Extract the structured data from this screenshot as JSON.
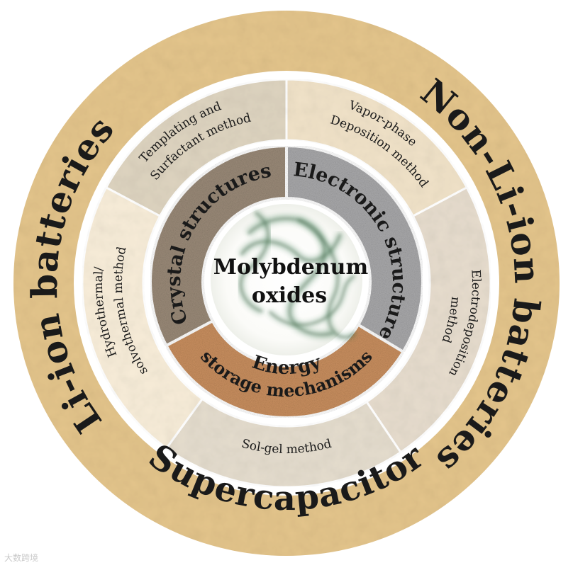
{
  "center": {
    "line1": "Molybdenum",
    "line2": "oxides"
  },
  "inner_ring": [
    {
      "key": "crystal",
      "label": "Crystal structures"
    },
    {
      "key": "electronic",
      "label": "Electronic structure"
    },
    {
      "key": "energy",
      "line1": "Energy",
      "line2": "storage mechanisms"
    }
  ],
  "methods": [
    {
      "key": "templating",
      "line1": "Templating and",
      "line2": "Surfactant method"
    },
    {
      "key": "vapor",
      "line1": "Vapor-phase",
      "line2": "Deposition method"
    },
    {
      "key": "electro",
      "line1": "Electrodeposition",
      "line2": "method"
    },
    {
      "key": "solgel",
      "line1": "Sol-gel method"
    },
    {
      "key": "hydro",
      "line1": "Hydrothermal/",
      "line2": "solvothermal method"
    }
  ],
  "applications": [
    {
      "key": "liion",
      "label": "Li-ion batteries"
    },
    {
      "key": "nonli",
      "label": "Non-Li-ion batteries"
    },
    {
      "key": "supercap",
      "label": "Supercapacitor"
    }
  ],
  "watermark": "大数跨境",
  "colors": {
    "outer_ring": "#e3c48b",
    "crystal": "#9a8a78",
    "electronic": "#a9a9ab",
    "energy": "#c98f5f",
    "templating": "#ddd3bf",
    "vapor": "#f0e2c8",
    "electro": "#e6dccd",
    "solgel": "#e4dccd",
    "hydro": "#f7ecd8",
    "center_swirl": "#3f7a52"
  }
}
